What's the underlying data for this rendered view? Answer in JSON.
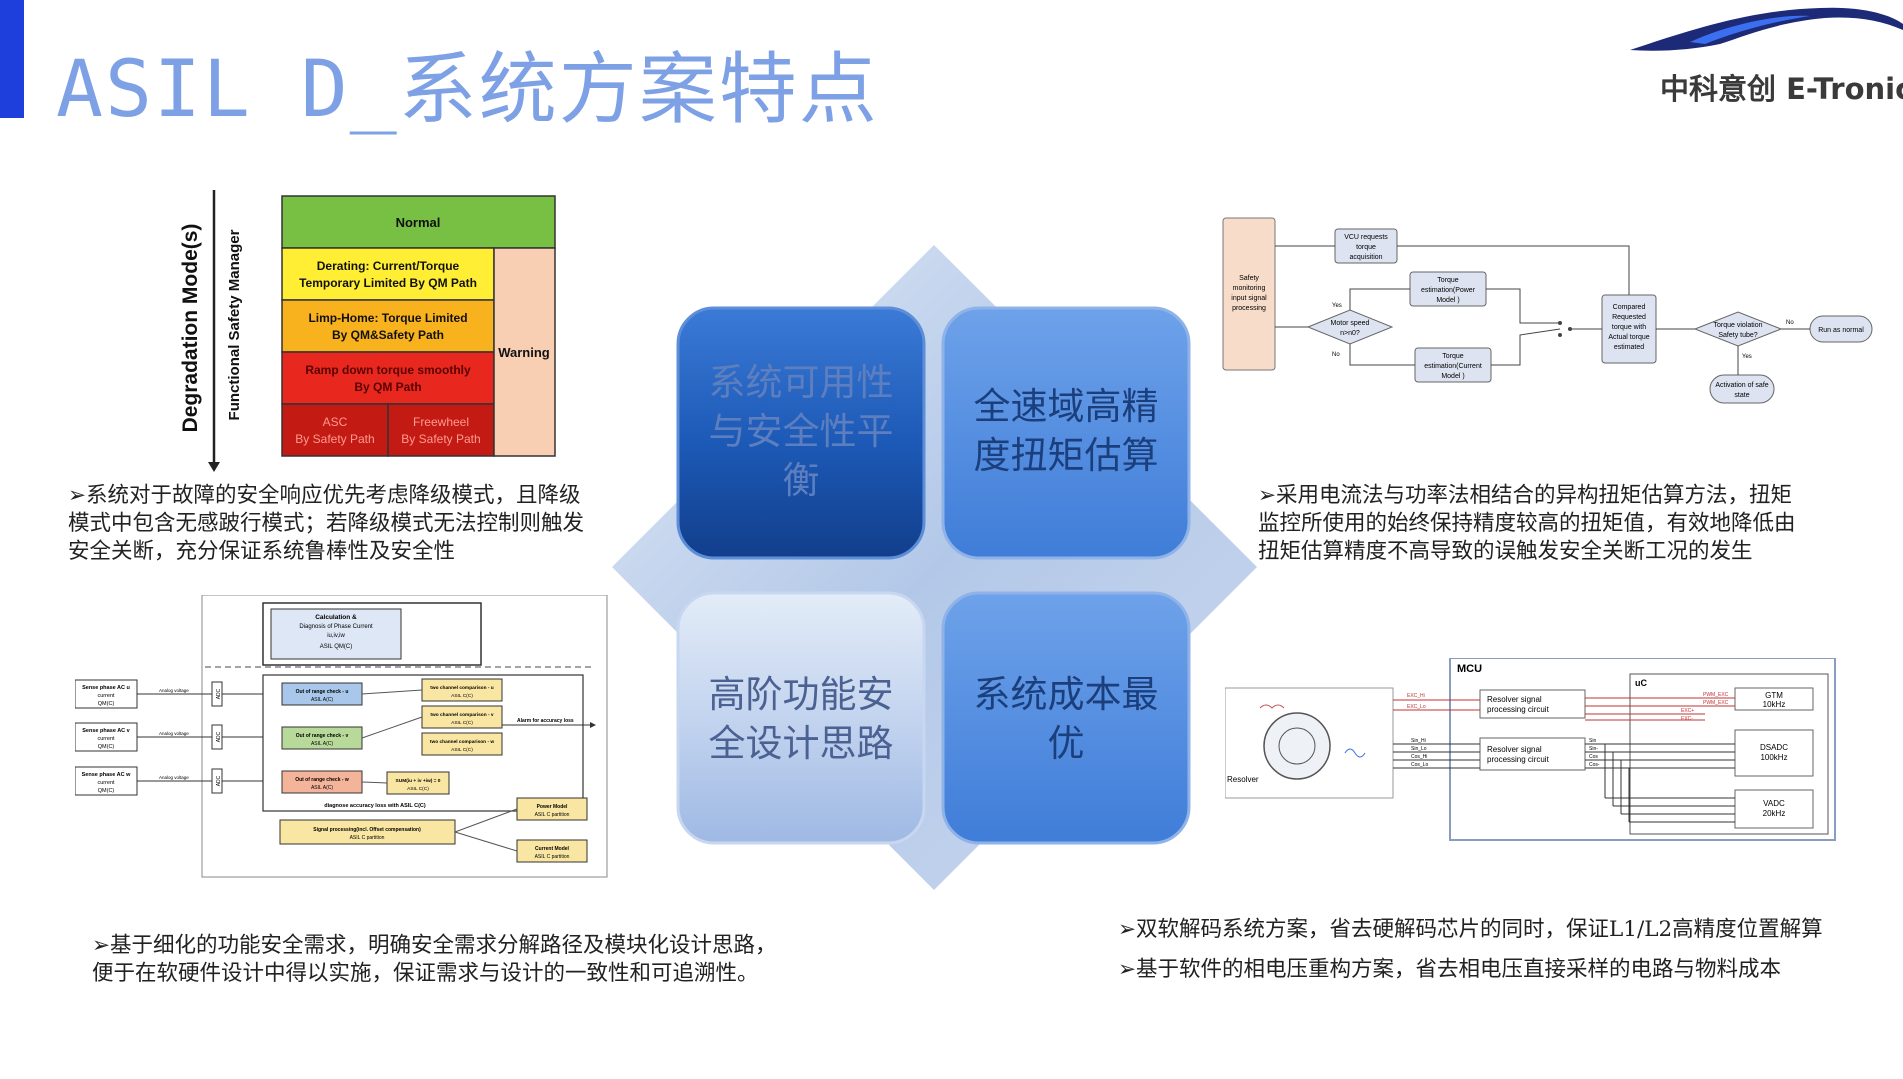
{
  "header": {
    "title": "ASIL D_系统方案特点",
    "logo_text": "中科意创 E-Tronic",
    "accent_color": "#1e3fdc",
    "title_color": "#7ea1e6"
  },
  "degradation_diagram": {
    "vertical_label_outer": "Degradation Mode(s)",
    "vertical_label_inner": "Functional Safety Manager",
    "normal": "Normal",
    "derating_line1": "Derating: Current/Torque",
    "derating_line2": "Temporary Limited By QM Path",
    "limphome_line1": "Limp-Home: Torque Limited",
    "limphome_line2": "By QM&Safety Path",
    "rampdown_line1": "Ramp down torque smoothly",
    "rampdown_line2": "By QM Path",
    "asc_line1": "ASC",
    "asc_line2": "By Safety Path",
    "freewheel_line1": "Freewheel",
    "freewheel_line2": "By Safety Path",
    "warning": "Warning"
  },
  "left_top_text": {
    "line1": "➢系统对于故障的安全响应优先考虑降级模式，且降级",
    "line2": "模式中包含无感跛行模式；若降级模式无法控制则触发",
    "line3": "安全关断，充分保证系统鲁棒性及安全性"
  },
  "current_diagram": {
    "calc_line1": "Calculation &",
    "calc_line2": "Diagnosis of Phase Current",
    "calc_line3": "iu,iv,iw",
    "calc_line4": "ASIL QM(C)",
    "sense1_line1": "Sense phase AC u",
    "sense1_line2": "current",
    "sense1_line3": "QM(C)",
    "sense2_line1": "Sense phase AC v",
    "sense2_line2": "current",
    "sense2_line3": "QM(C)",
    "sense3_line1": "Sense phase AC w",
    "sense3_line2": "current",
    "sense3_line3": "QM(C)",
    "analog": "Analog voltage",
    "adc": "ADC",
    "oor_u": "Out of range check - u",
    "oor_v": "Out of range check - v",
    "oor_w": "Out of range check - w",
    "asil_a": "ASIL A(C)",
    "two_ch_u": "two channel comparison - u",
    "two_ch_v": "two channel comparison - v",
    "two_ch_w": "two channel comparison - w",
    "asil_c": "ASIL C(C)",
    "sum": "SUM(iu + iv +iw) = 0",
    "alarm": "Alarm for accuracy loss",
    "diag_loss": "diagnose accuracy loss with ASIL C(C)",
    "signal_proc_line1": "Signal processing(incl. Offset compensation)",
    "signal_proc_line2": "ASIL C partition",
    "power_model_line1": "Power Model",
    "power_model_line2": "ASIL C partition",
    "current_model_line1": "Current Model",
    "current_model_line2": "ASIL C partition"
  },
  "left_bottom_text": {
    "line1": "➢基于细化的功能安全需求，明确安全需求分解路径及模块化设计思路，",
    "line2": "便于在软硬件设计中得以实施，保证需求与设计的一致性和可追溯性。"
  },
  "center_quadrants": {
    "top_left_line1": "系统可用性",
    "top_left_line2": "与安全性平",
    "top_left_line3": "衡",
    "top_right_line1": "全速域高精",
    "top_right_line2": "度扭矩估算",
    "bottom_left_line1": "高阶功能安",
    "bottom_left_line2": "全设计思路",
    "bottom_right_line1": "系统成本最",
    "bottom_right_line2": "优"
  },
  "torque_flowchart": {
    "safety_line1": "Safety",
    "safety_line2": "monitoring",
    "safety_line3": "input signal",
    "safety_line4": "processing",
    "vcu_line1": "VCU requests",
    "vcu_line2": "torque",
    "vcu_line3": "acquisition",
    "power_est_line1": "Torque",
    "power_est_line2": "estimation(Power",
    "power_est_line3": "Model )",
    "current_est_line1": "Torque",
    "current_est_line2": "estimation(Current",
    "current_est_line3": "Model )",
    "motor_speed_line1": "Motor speed",
    "motor_speed_line2": "n>n0?",
    "yes": "Yes",
    "no": "No",
    "compared_line1": "Compared",
    "compared_line2": "Requested",
    "compared_line3": "torque with",
    "compared_line4": "Actual torque",
    "compared_line5": "estimated",
    "violation_line1": "Torque violation",
    "violation_line2": "Safety tube?",
    "run_normal": "Run as normal",
    "activation_line1": "Activation of safe",
    "activation_line2": "state"
  },
  "right_top_text": {
    "line1": "➢采用电流法与功率法相结合的异构扭矩估算方法，扭矩",
    "line2": "监控所使用的始终保持精度较高的扭矩值，有效地降低由",
    "line3": "扭矩估算精度不高导致的误触发安全关断工况的发生"
  },
  "resolver_diagram": {
    "mcu": "MCU",
    "uc": "uC",
    "resolver": "Resolver",
    "rsp1_line1": "Resolver signal",
    "rsp1_line2": "processing circuit",
    "rsp2_line1": "Resolver signal",
    "rsp2_line2": "processing circuit",
    "gtm_line1": "GTM",
    "gtm_line2": "10kHz",
    "dsadc_line1": "DSADC",
    "dsadc_line2": "100kHz",
    "vadc_line1": "VADC",
    "vadc_line2": "20kHz",
    "exc_hi": "EXC_Hi",
    "exc_lo": "EXC_Lo",
    "pwm_exc_p": "PWM_EXC",
    "pwm_exc_n": "PWM_EXC",
    "exc_p": "EXC+",
    "exc_n": "EXC-",
    "sin_hi": "Sin_Hi",
    "sin_lo": "Sin_Lo",
    "cos_hi": "Cos_Hi",
    "cos_lo": "Cos_Lo",
    "sin": "Sin",
    "sin_n": "Sin-",
    "cos": "Cos",
    "cos_n": "Cos-"
  },
  "right_bottom_text": {
    "line1": "➢双软解码系统方案，省去硬解码芯片的同时，保证L1/L2高精度位置解算",
    "line2": "➢基于软件的相电压重构方案，省去相电压直接采样的电路与物料成本"
  }
}
